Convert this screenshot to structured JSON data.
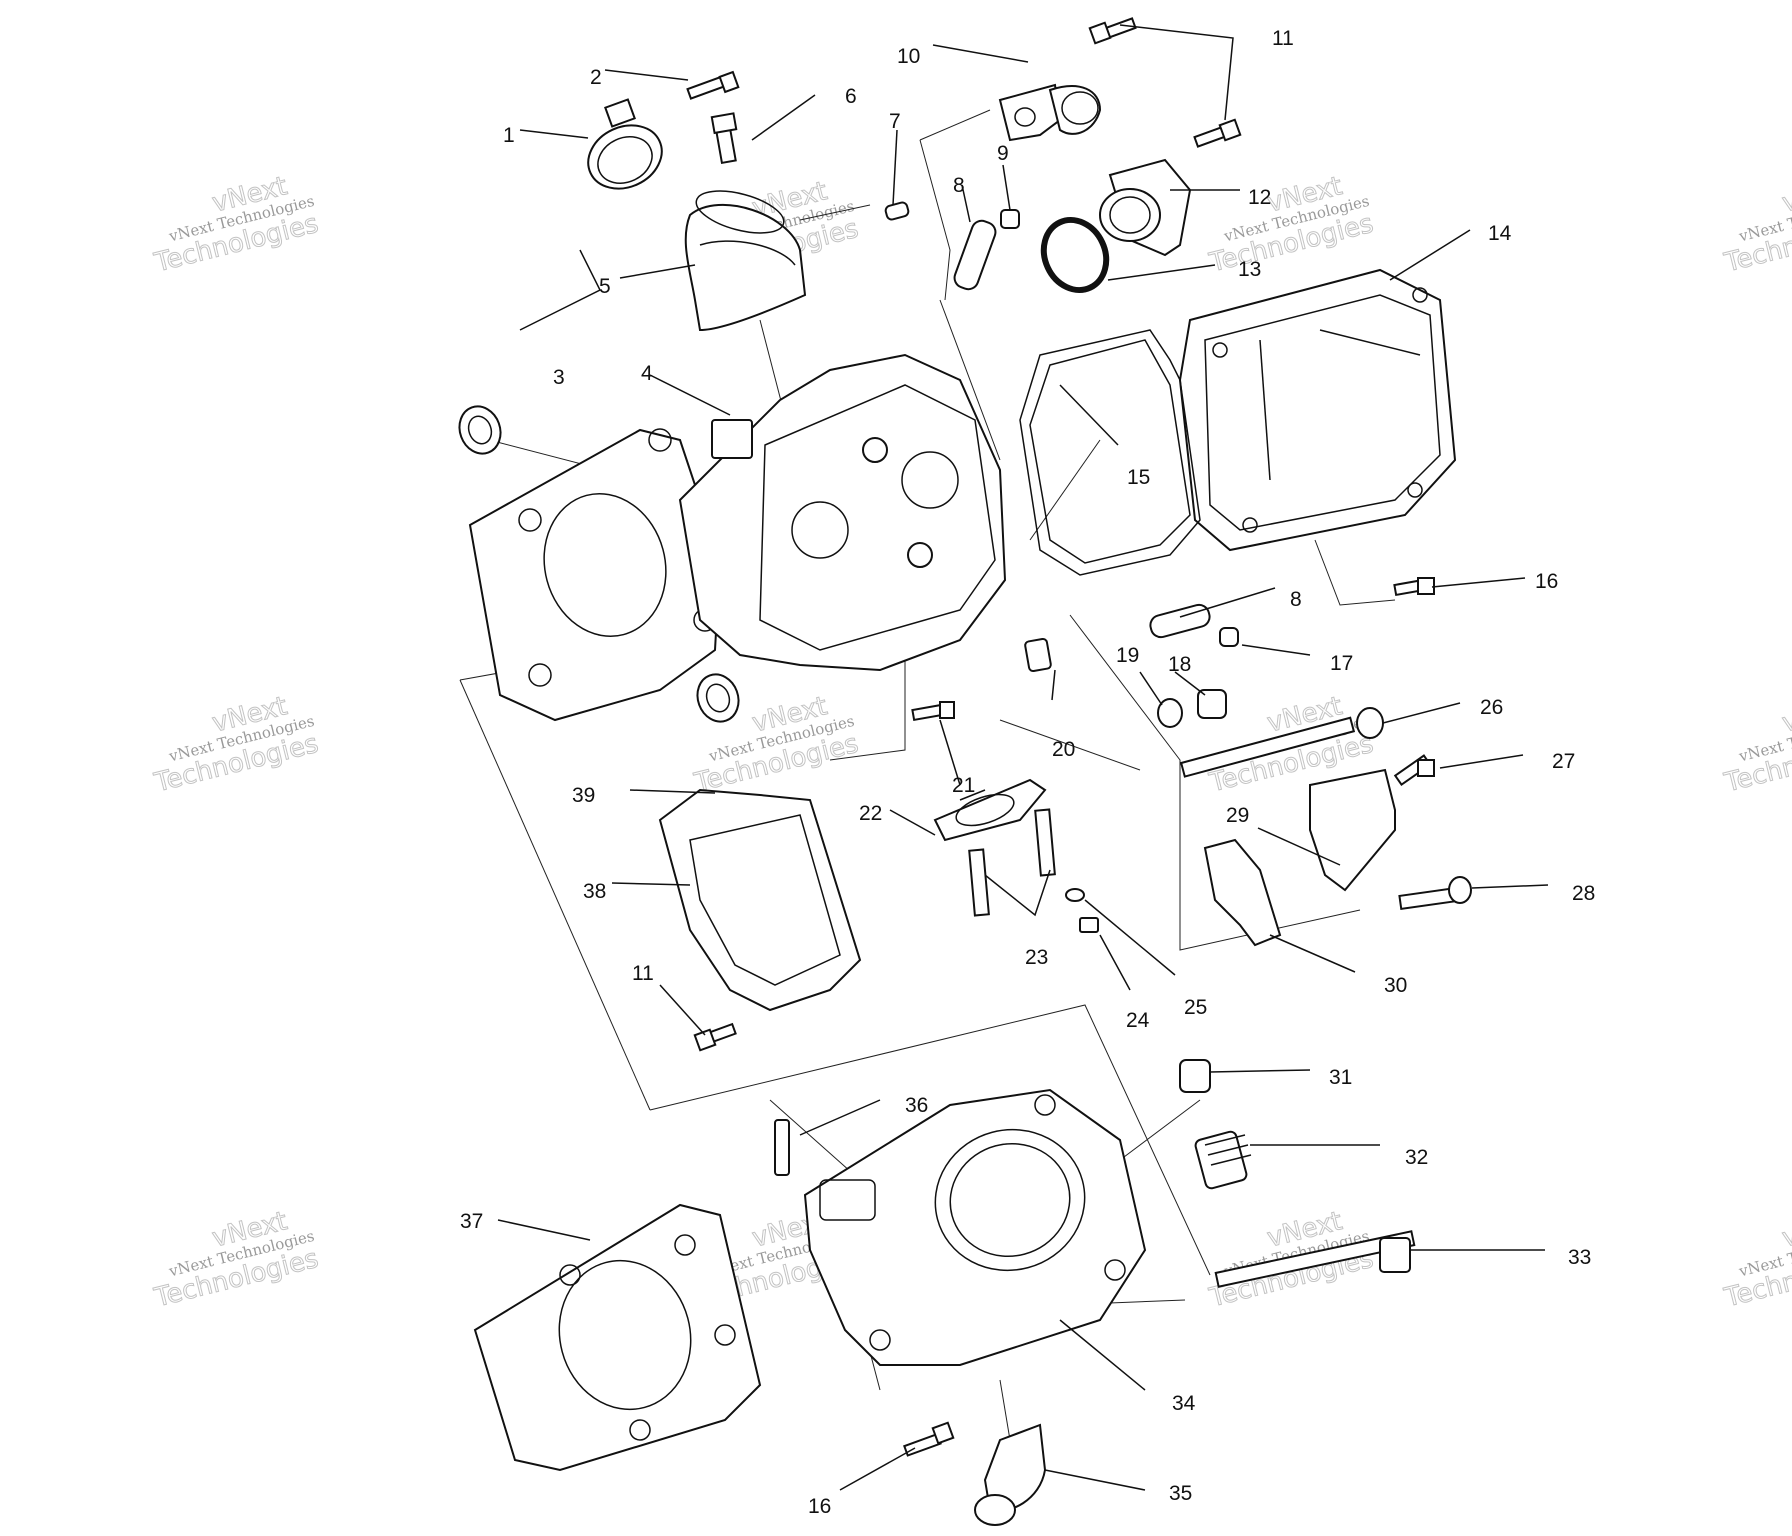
{
  "callouts": [
    {
      "id": "c1",
      "text": "1"
    },
    {
      "id": "c2",
      "text": "2"
    },
    {
      "id": "c3",
      "text": "3"
    },
    {
      "id": "c4",
      "text": "4"
    },
    {
      "id": "c5",
      "text": "5"
    },
    {
      "id": "c6",
      "text": "6"
    },
    {
      "id": "c7",
      "text": "7"
    },
    {
      "id": "c8a",
      "text": "8"
    },
    {
      "id": "c8b",
      "text": "8"
    },
    {
      "id": "c9",
      "text": "9"
    },
    {
      "id": "c10",
      "text": "10"
    },
    {
      "id": "c11a",
      "text": "11"
    },
    {
      "id": "c11b",
      "text": "11"
    },
    {
      "id": "c12",
      "text": "12"
    },
    {
      "id": "c13",
      "text": "13"
    },
    {
      "id": "c14",
      "text": "14"
    },
    {
      "id": "c15",
      "text": "15"
    },
    {
      "id": "c16a",
      "text": "16"
    },
    {
      "id": "c16b",
      "text": "16"
    },
    {
      "id": "c17",
      "text": "17"
    },
    {
      "id": "c18",
      "text": "18"
    },
    {
      "id": "c19",
      "text": "19"
    },
    {
      "id": "c20",
      "text": "20"
    },
    {
      "id": "c21",
      "text": "21"
    },
    {
      "id": "c22",
      "text": "22"
    },
    {
      "id": "c23",
      "text": "23"
    },
    {
      "id": "c24",
      "text": "24"
    },
    {
      "id": "c25",
      "text": "25"
    },
    {
      "id": "c26",
      "text": "26"
    },
    {
      "id": "c27",
      "text": "27"
    },
    {
      "id": "c28",
      "text": "28"
    },
    {
      "id": "c29",
      "text": "29"
    },
    {
      "id": "c30",
      "text": "30"
    },
    {
      "id": "c31",
      "text": "31"
    },
    {
      "id": "c32",
      "text": "32"
    },
    {
      "id": "c33",
      "text": "33"
    },
    {
      "id": "c34",
      "text": "34"
    },
    {
      "id": "c35",
      "text": "35"
    },
    {
      "id": "c36",
      "text": "36"
    },
    {
      "id": "c37",
      "text": "37"
    },
    {
      "id": "c38",
      "text": "38"
    },
    {
      "id": "c39",
      "text": "39"
    }
  ],
  "watermark": {
    "line1": "vNext Technologies",
    "line2": "vNext",
    "line3": "Technologies"
  }
}
